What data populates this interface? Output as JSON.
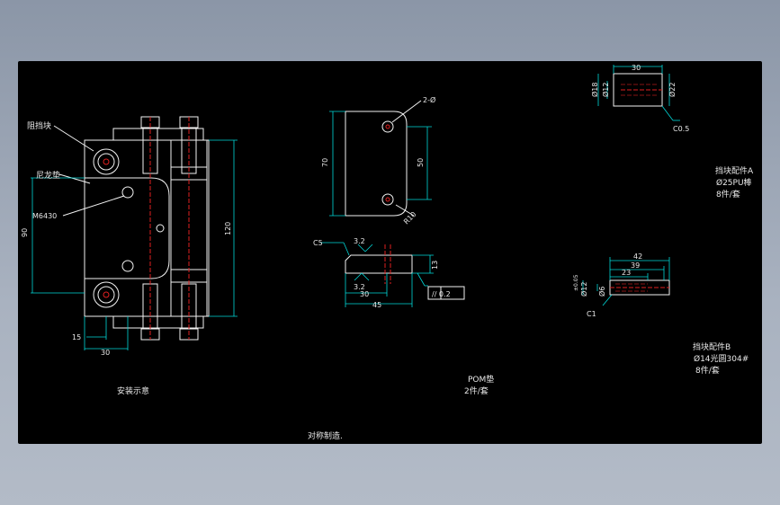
{
  "labels": {
    "block_stop": "阻挡块",
    "nylon_pad": "尼龙垫",
    "bolt_spec": "M6430",
    "install_view": "安装示意",
    "pom_pad": "POM垫",
    "pom_qty": "2件/套",
    "partA_title": "挡块配件A",
    "partA_spec": "Ø25PU棒",
    "partA_qty": "8件/套",
    "partB_title": "挡块配件B",
    "partB_spec": "Ø14光圆304#",
    "partB_qty": "8件/套",
    "symmetric": "对称制造."
  },
  "dims": {
    "d90": "90",
    "d120": "120",
    "d15": "15",
    "d30a": "30",
    "d70": "70",
    "d50": "50",
    "d2phi": "2-Ø",
    "dr10": "R10",
    "dc5": "C5",
    "d32a": "3.2",
    "d32b": "3.2",
    "d13": "13",
    "d30b": "30",
    "d45": "45",
    "dpar": "// 0.2",
    "a30": "30",
    "a18": "Ø18",
    "a12": "Ø12",
    "a22": "Ø22",
    "ac05": "C0.5",
    "b42": "42",
    "b39": "39",
    "b23": "23",
    "btol": "±0.05",
    "b12": "Ø12",
    "b6": "Ø6",
    "bc1": "C1"
  }
}
